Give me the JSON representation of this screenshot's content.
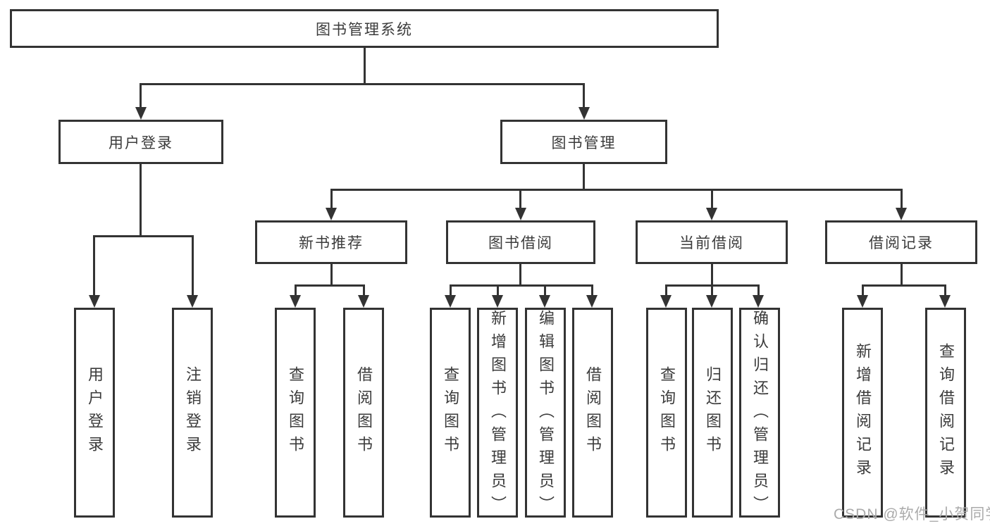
{
  "colors": {
    "box_border": "#333333",
    "connector_line": "#333333",
    "text": "#3b3b3b",
    "watermark": "#ababab",
    "background": "#ffffff"
  },
  "diagram": {
    "root": {
      "label": "图书管理系统"
    },
    "level2": [
      {
        "label": "用户登录"
      },
      {
        "label": "图书管理"
      }
    ],
    "level3": [
      {
        "label": "新书推荐"
      },
      {
        "label": "图书借阅"
      },
      {
        "label": "当前借阅"
      },
      {
        "label": "借阅记录"
      }
    ],
    "leaves": {
      "user_login": [
        {
          "label": "用户登录"
        },
        {
          "label": "注销登录"
        }
      ],
      "new_book_rec": [
        {
          "label": "查询图书"
        },
        {
          "label": "借阅图书"
        }
      ],
      "book_borrow": [
        {
          "label": "查询图书"
        },
        {
          "label": "新增图书（管理员）"
        },
        {
          "label": "编辑图书（管理员）"
        },
        {
          "label": "借阅图书"
        }
      ],
      "current_borrow": [
        {
          "label": "查询图书"
        },
        {
          "label": "归还图书"
        },
        {
          "label": "确认归还（管理员）"
        }
      ],
      "borrow_records": [
        {
          "label": "新增借阅记录"
        },
        {
          "label": "查询借阅记录"
        }
      ]
    }
  },
  "watermark": {
    "text": "CSDN @软件_小贺同学"
  }
}
